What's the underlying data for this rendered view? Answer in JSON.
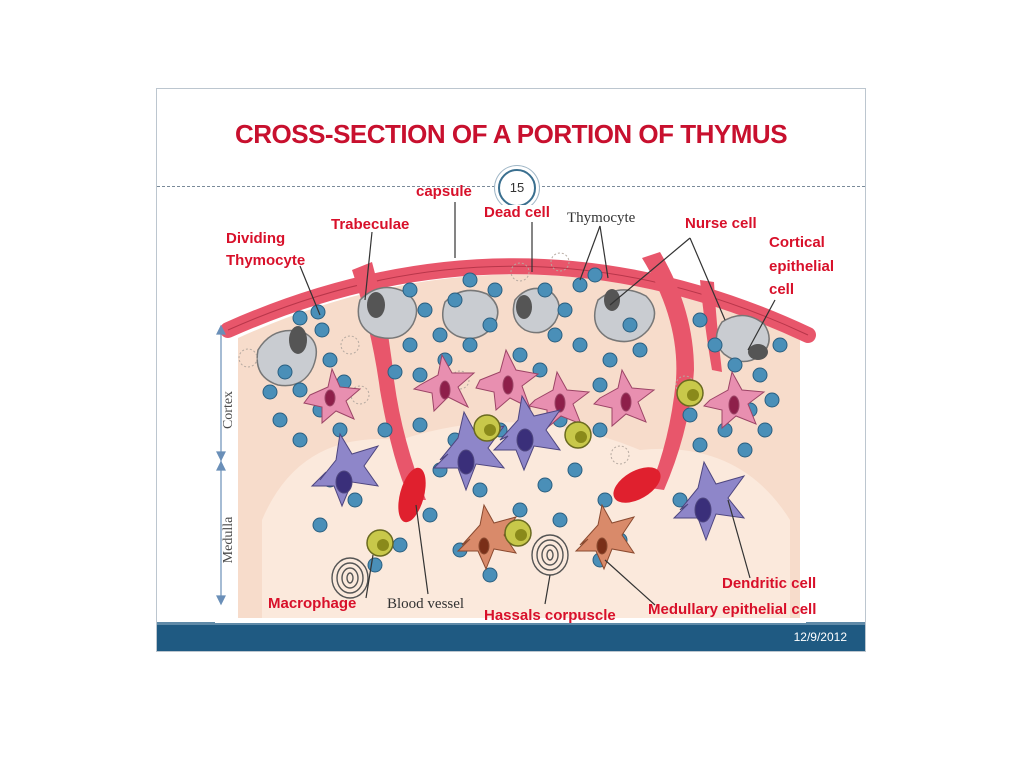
{
  "slide": {
    "title": "CROSS-SECTION OF A PORTION OF THYMUS",
    "slide_number": "15",
    "date": "12/9/2012"
  },
  "labels": {
    "capsule": "capsule",
    "dead_cell": "Dead cell",
    "thymocyte": "Thymocyte",
    "nurse_cell": "Nurse cell",
    "dividing_thymocyte_1": "Dividing",
    "dividing_thymocyte_2": "Thymocyte",
    "trabeculae": "Trabeculae",
    "cortical_1": "Cortical",
    "cortical_2": "epithelial",
    "cortical_3": "cell",
    "cortex": "Cortex",
    "medulla": "Medulla",
    "macrophage": "Macrophage",
    "blood_vessel": "Blood vessel",
    "hassals_corpuscle": "Hassals corpuscle",
    "medullary_epithelial_cell": "Medullary epithelial  cell",
    "dendritic_cell": "Dendritic cell"
  },
  "colors": {
    "title": "#c8102e",
    "label": "#d8102a",
    "capsule": "#e8566b",
    "tissue": "#f7dccb",
    "thymocyte": "#4a8fb8",
    "footer": "#1f5a82"
  }
}
